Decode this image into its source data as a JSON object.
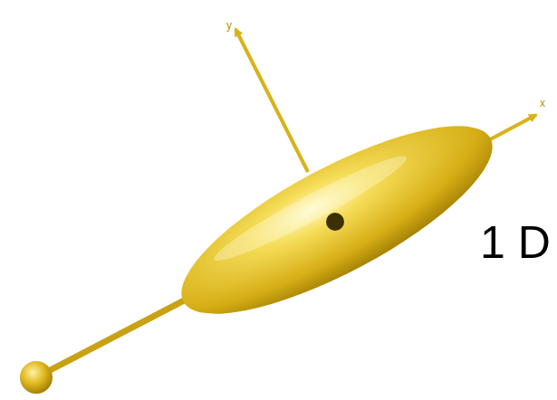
{
  "diagram": {
    "labels": [
      "y",
      "x",
      "1 D"
    ]
  }
}
